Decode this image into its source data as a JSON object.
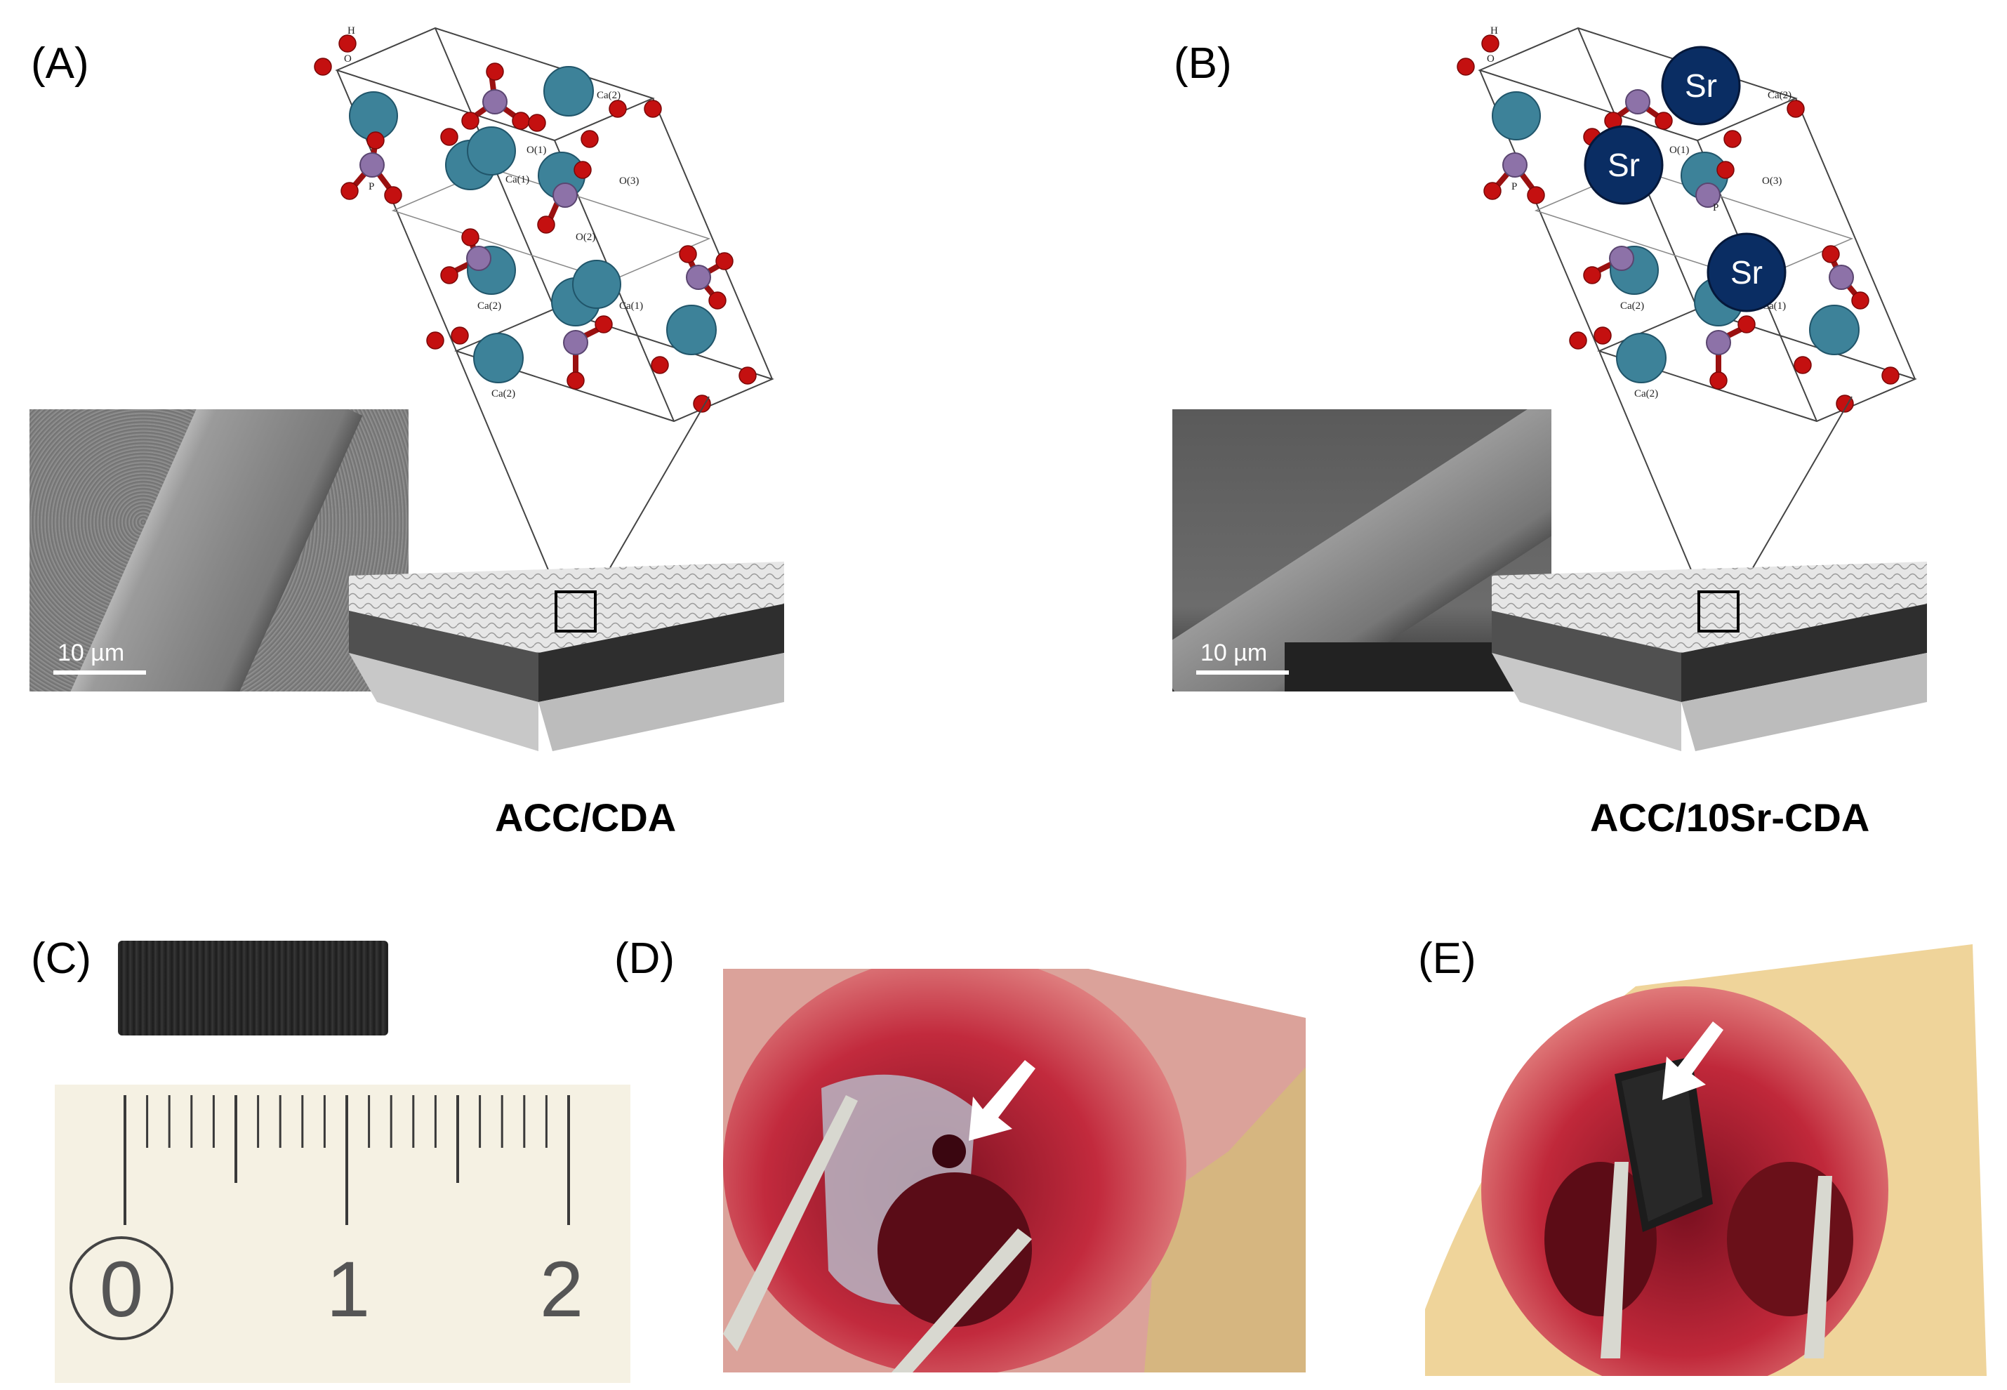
{
  "figure": {
    "panels": {
      "A": {
        "label": "(A)",
        "caption": "ACC/CDA",
        "scale_bar": "10 µm",
        "atom_labels": [
          "H",
          "O",
          "Ca(2)",
          "P",
          "O(1)",
          "Ca(1)",
          "O(3)",
          "O(2)",
          "Ca(2)",
          "Ca(1)",
          "Ca(2)"
        ]
      },
      "B": {
        "label": "(B)",
        "caption": "ACC/10Sr-CDA",
        "scale_bar": "10 µm",
        "substituent": "Sr",
        "atom_labels": [
          "H",
          "O",
          "Ca(2)",
          "P",
          "O(1)",
          "O(3)",
          "P",
          "Ca(2)",
          "Ca(1)",
          "Ca(2)"
        ]
      },
      "C": {
        "label": "(C)",
        "ruler_numbers": [
          "0",
          "1",
          "2"
        ]
      },
      "D": {
        "label": "(D)"
      },
      "E": {
        "label": "(E)"
      }
    },
    "colors": {
      "calcium": "#3d8299",
      "oxygen": "#c41010",
      "phosphorus": "#8d72a8",
      "strontium": "#0a2d63",
      "tissue": "#b3162f"
    }
  }
}
